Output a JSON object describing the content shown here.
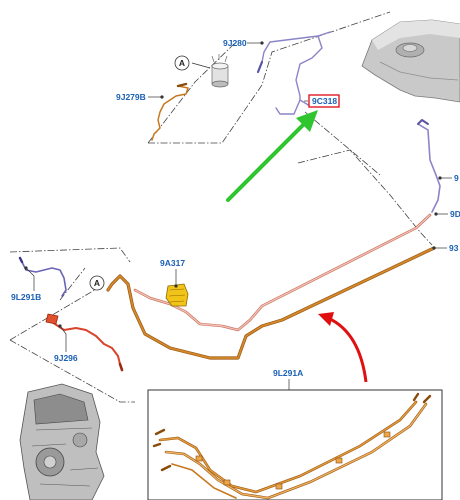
{
  "colors": {
    "label": "#1a5fb4",
    "highlight_box": "#e01b24",
    "green_arrow": "#2ec52e",
    "red_arrow": "#e01010",
    "orange_pipe": "#c8781e",
    "pink_pipe": "#e8a596",
    "purple_pipe": "#8a84c8",
    "red_pipe": "#d8442c",
    "leader": "#333333"
  },
  "callouts": {
    "a_circle_1": "A",
    "a_circle_2": "A"
  },
  "labels": {
    "l_9j280": "9J280",
    "l_9j279b": "9J279B",
    "l_9c318": "9C318",
    "l_9a317": "9A317",
    "l_9l291b": "9L291B",
    "l_9j296": "9J296",
    "l_9l291a": "9L291A",
    "l_right_1": "9D",
    "l_right_2": "93",
    "l_right_3": "9"
  },
  "inset": {
    "label_ref": "9L291A"
  }
}
